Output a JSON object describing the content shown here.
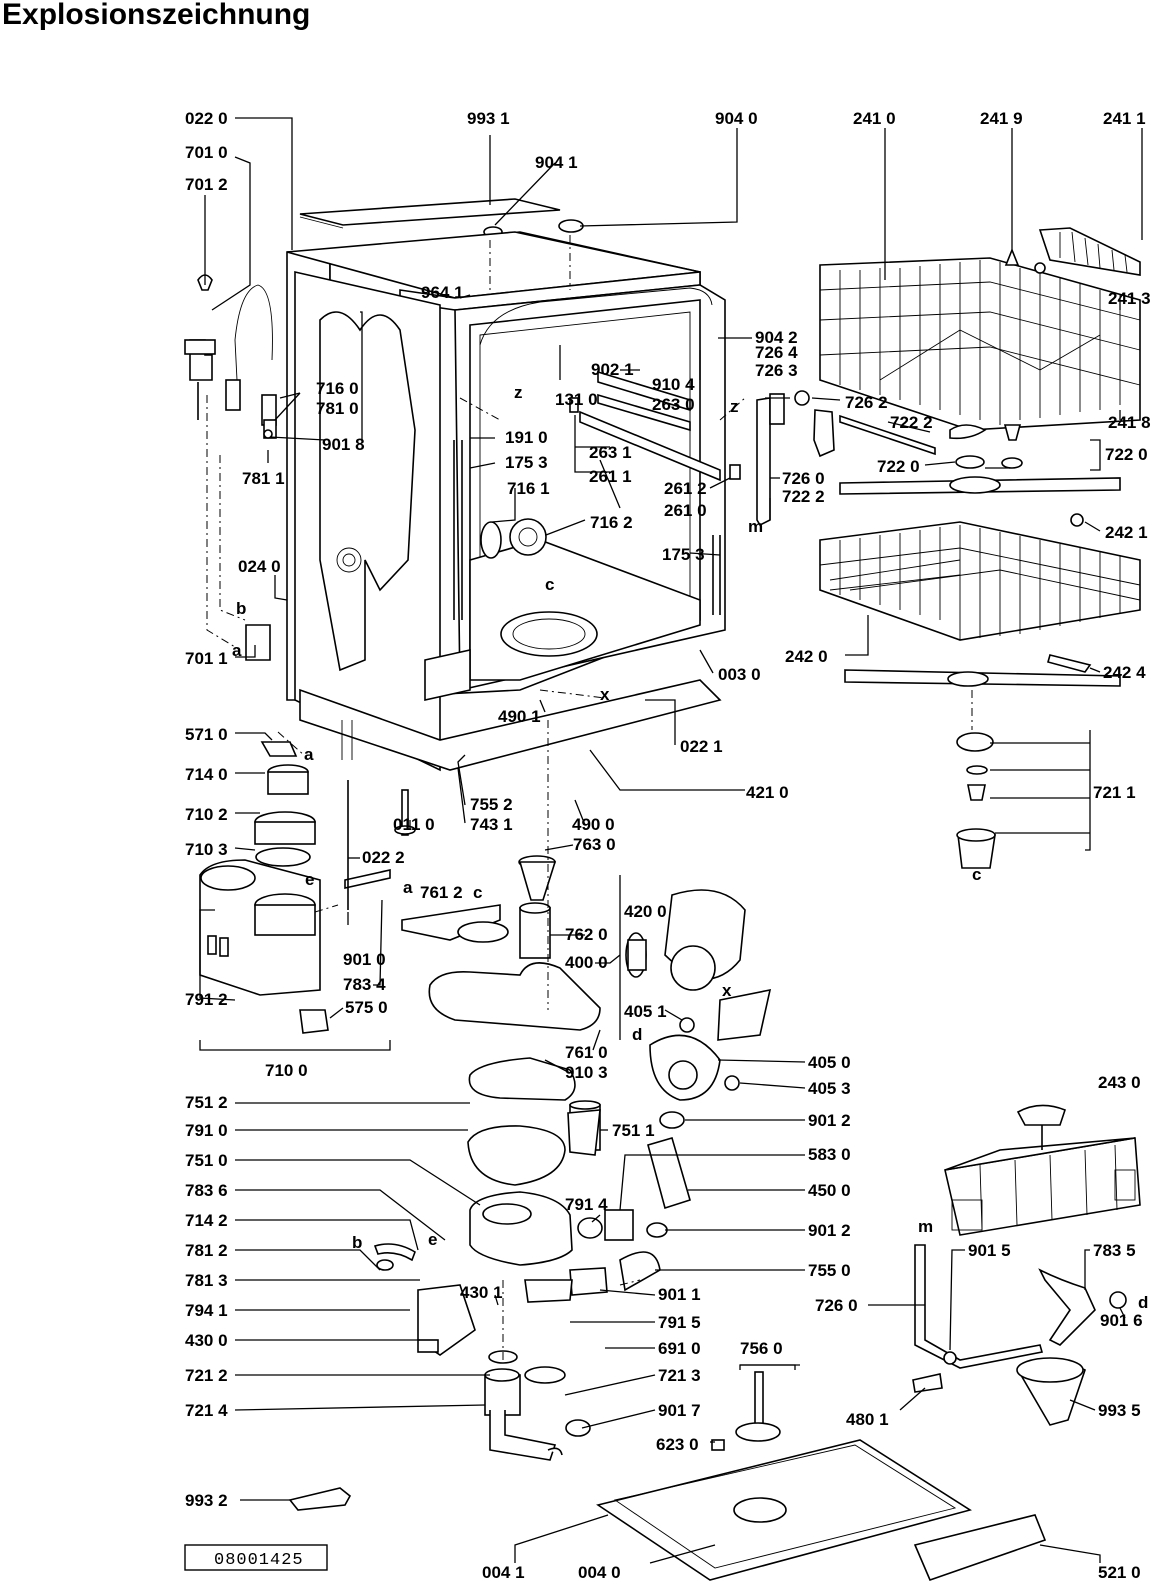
{
  "title": "Explosionszeichnung",
  "drawing_number": "08001425",
  "letters": [
    "a",
    "b",
    "c",
    "d",
    "e",
    "m",
    "x",
    "z"
  ],
  "labels": {
    "l0220": "022 0",
    "l7010": "701 0",
    "l7012": "701 2",
    "l9931": "993 1",
    "l9041": "904 1",
    "l9040": "904 0",
    "l2410": "241 0",
    "l2419": "241 9",
    "l2411": "241 1",
    "l2413": "241 3",
    "l2418": "241 8",
    "l9641": "964 1",
    "l9021": "902 1",
    "l9042": "904 2",
    "l7264": "726 4",
    "l7263": "726 3",
    "l7160": "716 0",
    "l7810": "781 0",
    "l1310": "131 0",
    "l9104": "910 4",
    "l2630": "263 0",
    "l9018": "901 8",
    "l7811": "781 1",
    "l7262": "726 2",
    "l7222a": "722 2",
    "l7220": "722 0",
    "l7220b": "722 0",
    "l1910": "191 0",
    "l1753": "175 3",
    "l2631": "263 1",
    "l2611": "261 1",
    "l7161": "716 1",
    "l2612": "261 2",
    "l2610": "261 0",
    "l7260": "726 0",
    "l7222b": "722 2",
    "l7162": "716 2",
    "l1753b": "175 3",
    "l2421": "242 1",
    "l0240": "024 0",
    "l2420": "242 0",
    "l2424": "242 4",
    "l7011": "701 1",
    "l0030": "003 0",
    "l5710": "571 0",
    "l4901": "490 1",
    "l0221": "022 1",
    "l4210": "421 0",
    "l7140": "714 0",
    "l7552": "755 2",
    "l7211": "721 1",
    "l7102": "710 2",
    "l0110": "011 0",
    "l7431": "743 1",
    "l4900": "490 0",
    "l7103": "710 3",
    "l0222": "022 2",
    "l7630": "763 0",
    "l7612": "761 2",
    "l4200": "420 0",
    "l7620": "762 0",
    "l4000": "400 0",
    "l9010": "901 0",
    "l7912": "791 2",
    "l7834": "783 4",
    "l5750": "575 0",
    "l4051": "405 1",
    "l7610": "761 0",
    "l9103": "910 3",
    "l7100": "710 0",
    "l4050": "405 0",
    "l4053": "405 3",
    "l2430": "243 0",
    "l7512": "751 2",
    "l9012a": "901 2",
    "l7511": "751 1",
    "l7910": "791 0",
    "l7510": "751 0",
    "l5830": "583 0",
    "l7836": "783 6",
    "l4500": "450 0",
    "l7914": "791 4",
    "l7142": "714 2",
    "l9012b": "901 2",
    "l7812": "781 2",
    "l9015": "901 5",
    "l7835": "783 5",
    "l7550": "755 0",
    "l7813": "781 3",
    "l4301": "430 1",
    "l9011": "901 1",
    "l7941": "794 1",
    "l7260b": "726 0",
    "l7915": "791 5",
    "l9016": "901 6",
    "l4300": "430 0",
    "l6910": "691 0",
    "l7212": "721 2",
    "l7213": "721 3",
    "l7560": "756 0",
    "l7214": "721 4",
    "l9017": "901 7",
    "l4801": "480 1",
    "l9935": "993 5",
    "l6230": "623 0",
    "l9932": "993 2",
    "l0041": "004 1",
    "l0040": "004 0",
    "l5210": "521 0"
  }
}
